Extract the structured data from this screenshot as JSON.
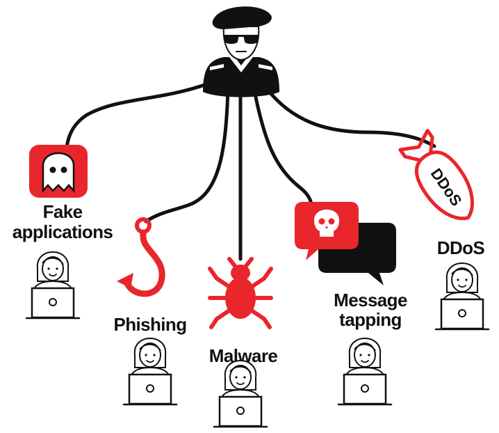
{
  "labels": {
    "fake_line1": "Fake",
    "fake_line2": "applications",
    "phishing": "Phishing",
    "malware": "Malware",
    "message_line1": "Message",
    "message_line2": "tapping",
    "ddos": "DDoS",
    "bomb": "DDoS"
  },
  "colors": {
    "accent_red": "#e8262b",
    "ink": "#111111",
    "skin": "#ffffff"
  },
  "icons": {
    "attacker": "hacker-icon",
    "fake": "ghost-icon",
    "phishing": "fishing-hook-icon",
    "malware": "bug-icon",
    "message": "skull-chat-icon",
    "ddos": "bomb-icon",
    "victim": "laptop-user-icon"
  }
}
